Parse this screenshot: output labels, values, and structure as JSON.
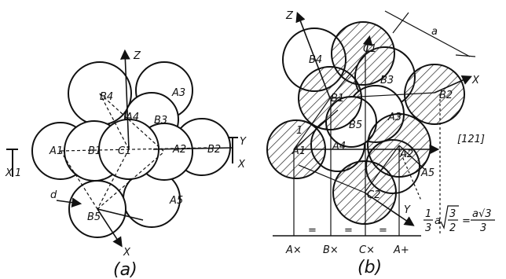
{
  "figure": {
    "caption_a": "(a)",
    "caption_b": "(b)",
    "a": {
      "labels": {
        "b4": "B4",
        "a3": "A3",
        "b3": "B3",
        "c1": "C1",
        "a2": "A2",
        "b2": "B2",
        "a1": "A1",
        "b1": "B1",
        "b5": "B5",
        "a5": "A5",
        "a4": "A4",
        "z": "Z",
        "y": "Y",
        "x": "X",
        "x_left": "X",
        "x_bottom": "X",
        "one": "1",
        "d": "d"
      }
    },
    "b": {
      "labels": {
        "z": "Z",
        "a": "a",
        "c1": "C1",
        "b4": "B4",
        "b3": "B3",
        "x": "X",
        "b2": "B2",
        "b1": "B1",
        "b5": "B5",
        "a3": "A3",
        "direction": "[121]",
        "a1": "A1",
        "a4": "A4",
        "a2": "A2",
        "a5": "A5",
        "c2": "C2",
        "y": "Y",
        "one": "1",
        "ax": "A×",
        "bx": "B×",
        "cx": "C×",
        "aplus": "A+",
        "eq": "=",
        "formula_frac_num": "1",
        "formula_frac_den": "3",
        "formula_a": "a",
        "formula_root_num": "3",
        "formula_root_den": "2",
        "formula_rhs_num": "a√3",
        "formula_rhs_den": "3"
      }
    }
  }
}
